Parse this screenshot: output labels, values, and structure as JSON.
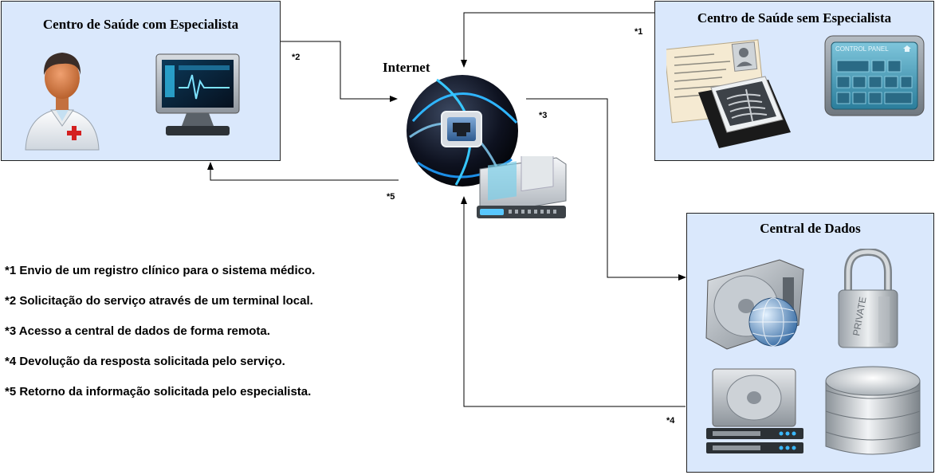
{
  "boxes": {
    "specialist": {
      "title": "Centro de Saúde com Especialista"
    },
    "no_specialist": {
      "title": "Centro de Saúde sem Especialista"
    },
    "data_center": {
      "title": "Central de Dados"
    }
  },
  "internet": {
    "label": "Internet"
  },
  "arrow_labels": {
    "a1": "*1",
    "a2": "*2",
    "a3": "*3",
    "a4": "*4",
    "a5": "*5"
  },
  "legend": [
    "*1 Envio de um registro clínico para o sistema médico.",
    "*2 Solicitação do serviço através de um terminal local.",
    "*3 Acesso a central de dados de forma remota.",
    "*4 Devolução da resposta solicitada pelo serviço.",
    "*5 Retorno da informação solicitada pelo especialista."
  ],
  "icons": {
    "control_panel_text": "CONTROL PANEL",
    "lock_text": "PRIVATE"
  },
  "colors": {
    "box_fill": "#dae8fc",
    "border": "#222222",
    "arrow": "#000000"
  }
}
